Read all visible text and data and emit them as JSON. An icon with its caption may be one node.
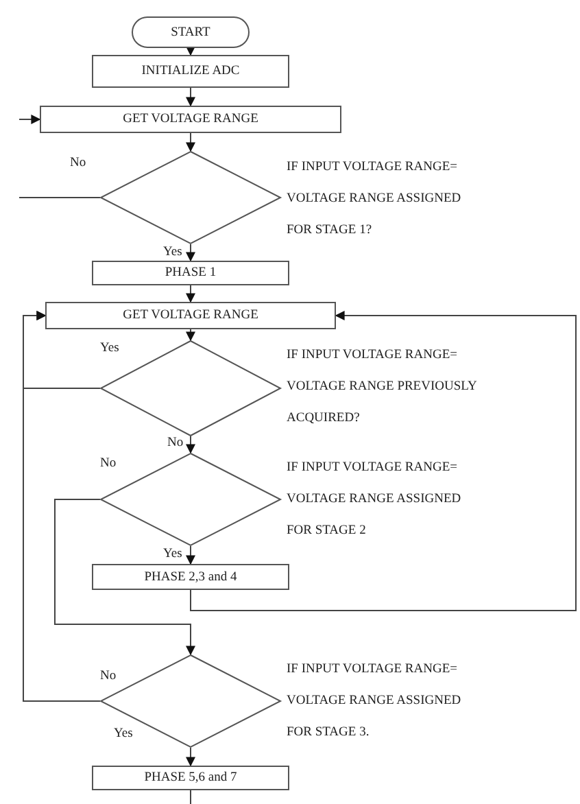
{
  "diagram": {
    "nodes": [
      {
        "text": [
          "START"
        ]
      },
      {
        "text": [
          "INITIALIZE ADC"
        ]
      },
      {
        "text": [
          "GET VOLTAGE RANGE"
        ]
      },
      {
        "text": [
          "IF INPUT VOLTAGE RANGE= VOLTAGE RANGE ASSIGNED FOR STAGE 1?"
        ]
      },
      {
        "text": [
          "PHASE 1"
        ]
      },
      {
        "text": [
          "GET VOLTAGE RANGE"
        ]
      },
      {
        "text": [
          "IF INPUT VOLTAGE RANGE= VOLTAGE RANGE PREVIOUSLY ACQUIRED?"
        ]
      },
      {
        "text": [
          "IF INPUT VOLTAGE RANGE= VOLTAGE RANGE ASSIGNED FOR STAGE 2"
        ]
      },
      {
        "text": [
          "PHASE 2,3 and 4"
        ]
      },
      {
        "text": [
          "IF INPUT VOLTAGE RANGE= VOLTAGE RANGE ASSIGNED FOR STAGE 3."
        ]
      },
      {
        "text": [
          "PHASE 5,6 and 7"
        ]
      }
    ],
    "edges": [
      {
        "from": 0,
        "to": 1,
        "arrow": "to"
      },
      {
        "from": 1,
        "to": 2,
        "arrow": "to"
      },
      {
        "from": null,
        "to": 2,
        "arrow": "to"
      },
      {
        "from": 2,
        "to": 3,
        "arrow": "to"
      },
      {
        "from": 3,
        "to": null,
        "arrow": "none",
        "label": "No"
      },
      {
        "from": 3,
        "to": 4,
        "arrow": "to",
        "label": "Yes"
      },
      {
        "from": 4,
        "to": 5,
        "arrow": "to"
      },
      {
        "from": 5,
        "to": 6,
        "arrow": "to"
      },
      {
        "from": 6,
        "to": 5,
        "arrow": "to",
        "label": "Yes"
      },
      {
        "from": 6,
        "to": 7,
        "arrow": "to",
        "label": "No"
      },
      {
        "from": 7,
        "to": 9,
        "arrow": "to",
        "label": "No"
      },
      {
        "from": 7,
        "to": 8,
        "arrow": "to",
        "label": "Yes"
      },
      {
        "from": 8,
        "to": 5,
        "arrow": "to"
      },
      {
        "from": 9,
        "to": 5,
        "arrow": "to",
        "label": "No"
      },
      {
        "from": 9,
        "to": 10,
        "arrow": "to",
        "label": "Yes"
      },
      {
        "from": 10,
        "to": null,
        "arrow": "none"
      }
    ]
  }
}
